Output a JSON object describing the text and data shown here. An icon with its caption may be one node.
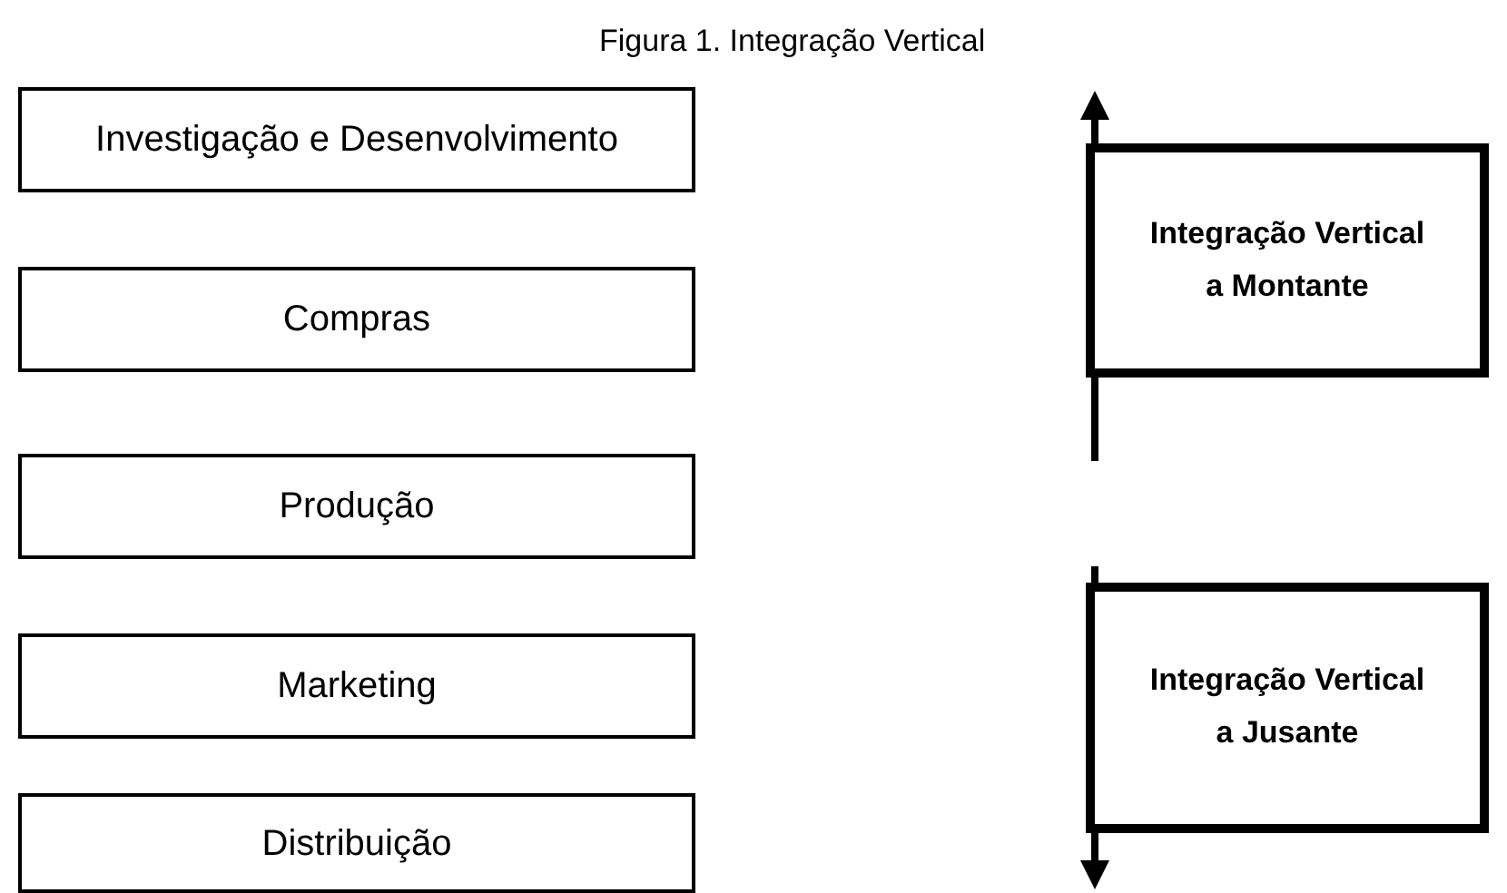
{
  "diagram": {
    "title": "Figura 1. Integração Vertical",
    "nodes": [
      {
        "text": [
          "Investigação e Desenvolvimento"
        ]
      },
      {
        "text": [
          "Compras"
        ]
      },
      {
        "text": [
          "Produção"
        ]
      },
      {
        "text": [
          "Marketing"
        ]
      },
      {
        "text": [
          "Distribuição"
        ]
      },
      {
        "text": [
          "Integração Vertical a Montante"
        ]
      },
      {
        "text": [
          "Integração Vertical a Jusante"
        ]
      }
    ]
  }
}
